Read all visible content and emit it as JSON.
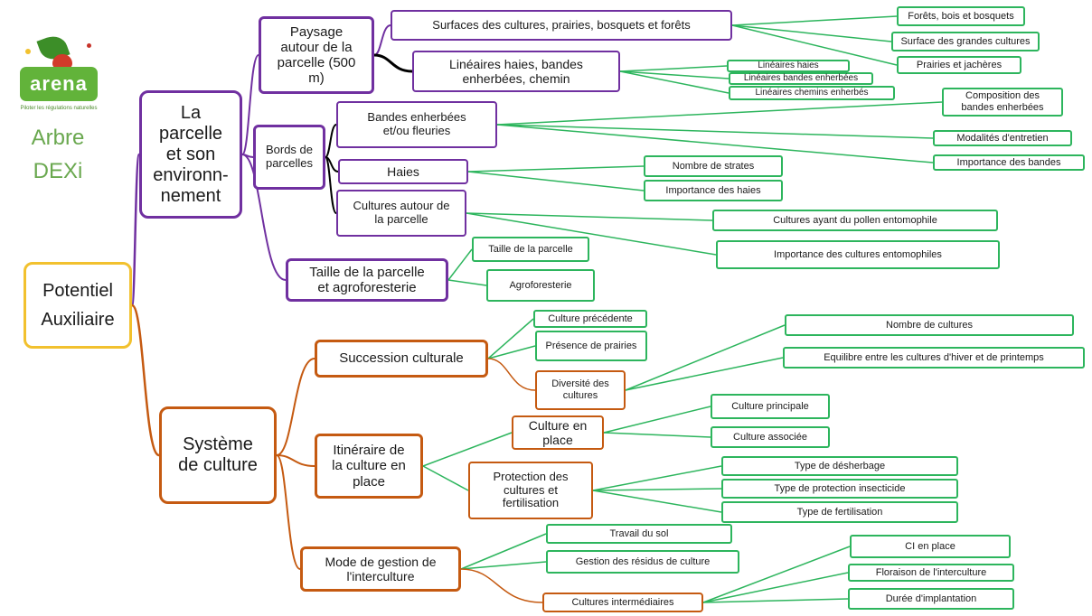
{
  "logo": {
    "text": "arena",
    "tagline": "Piloter les régulations naturelles"
  },
  "side_title": "Arbre\nDEXi",
  "colors": {
    "root": "#f2c12e",
    "environment": "#7030a0",
    "system": "#c55a11",
    "indicators": "#2db55d",
    "link_environment": "#7030a0",
    "link_system": "#c55a11",
    "link_indicators": "#2db55d",
    "link_paysage": "#000000"
  },
  "tree": {
    "root": "Potentiel\nAuxiliaire",
    "parcelle": "La\nparcelle\net son\nenvironn-\nnement",
    "systeme": "Système\nde culture",
    "paysage": "Paysage\nautour de la\nparcelle (500\nm)",
    "surfaces": "Surfaces des cultures, prairies, bosquets et forêts",
    "forets": "Forêts, bois et bosquets",
    "grandes_cultures": "Surface des grandes cultures",
    "prairies_jacheres": "Prairies et jachères",
    "lineaires": "Linéaires haies, bandes\nenherbées, chemin",
    "lin_haies": "Linéaires haies",
    "lin_bandes": "Linéaires bandes enherbées",
    "lin_chemins": "Linéaires chemins enherbés",
    "bords": "Bords de\nparcelles",
    "bandes": "Bandes enherbées\net/ou fleuries",
    "composition": "Composition des\nbandes enherbées",
    "modalites": "Modalités d'entretien",
    "importance_bandes": "Importance des bandes",
    "haies": "Haies",
    "strates": "Nombre de strates",
    "importance_haies": "Importance des haies",
    "cultures_autour": "Cultures autour de\nla parcelle",
    "pollen": "Cultures ayant du pollen entomophile",
    "entomophiles": "Importance des cultures  entomophiles",
    "taille": "Taille de la parcelle\net agroforesterie",
    "taille_parcelle": "Taille de la parcelle",
    "agroforesterie": "Agroforesterie",
    "succession": "Succession culturale",
    "precedente": "Culture précédente",
    "presence_prairies": "Présence de prairies",
    "diversite": "Diversité des\ncultures",
    "nb_cultures": "Nombre de cultures",
    "equilibre": "Equilibre entre les cultures d'hiver et de printemps",
    "itineraire": "Itinéraire de\nla culture en\nplace",
    "culture_en_place": "Culture en\nplace",
    "principale": "Culture principale",
    "associee": "Culture  associée",
    "protection": "Protection des\ncultures et\nfertilisation",
    "desherbage": "Type de désherbage",
    "insecticide": "Type de protection insecticide",
    "fertilisation": "Type de fertilisation",
    "interculture": "Mode de gestion de\nl'interculture",
    "travail_sol": "Travail du sol",
    "residus": "Gestion des résidus de culture",
    "intermediaires": "Cultures intermédiaires",
    "ci_place": "CI en place",
    "floraison": "Floraison de l'interculture",
    "duree": "Durée d'implantation"
  }
}
